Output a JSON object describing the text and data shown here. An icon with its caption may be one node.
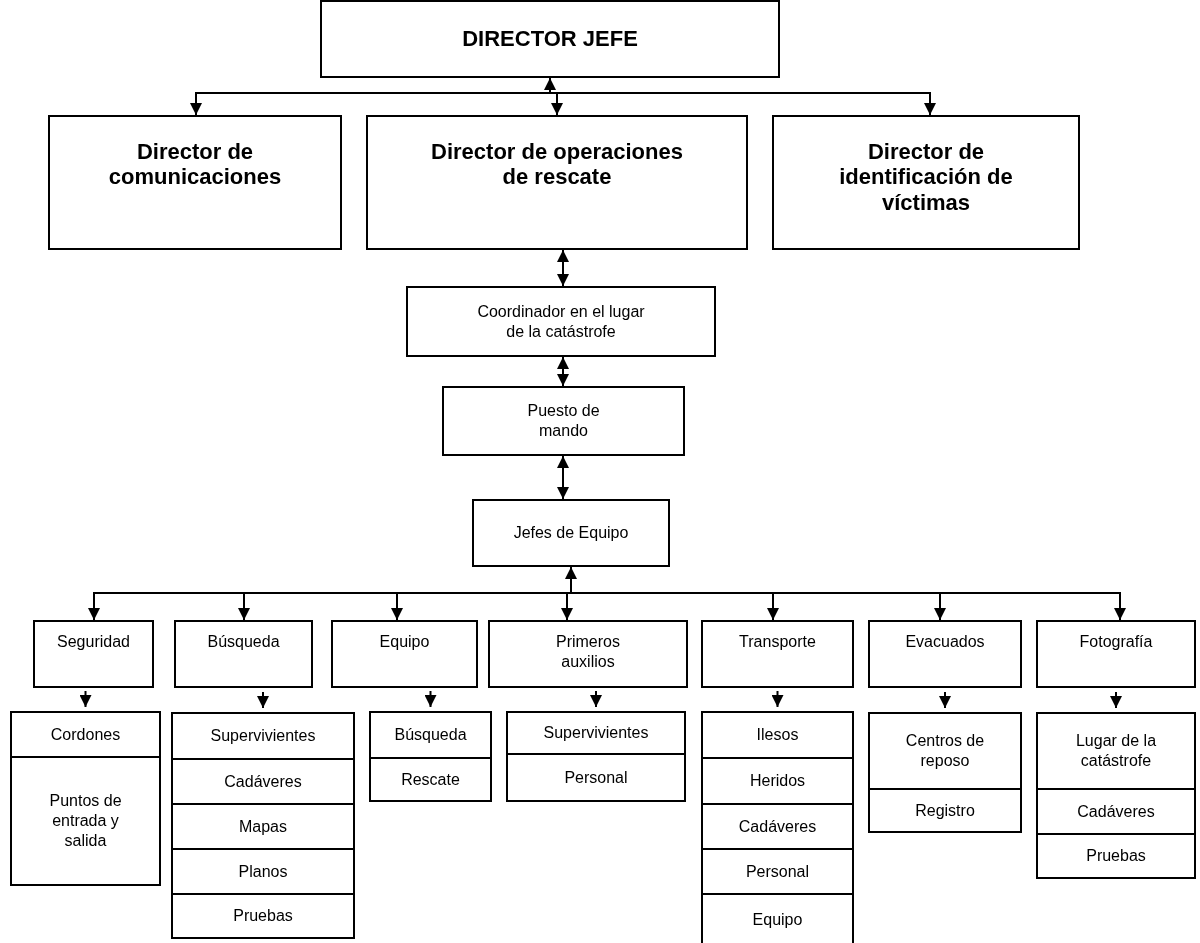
{
  "diagram": {
    "nodes": [
      {
        "text": [
          "DIRECTOR JEFE"
        ]
      },
      {
        "text": [
          "Director de comunicaciones"
        ]
      },
      {
        "text": [
          "Director de operaciones de rescate"
        ]
      },
      {
        "text": [
          "Director de identificación de víctimas"
        ]
      },
      {
        "text": [
          "Coordinador en el lugar de la catástrofe"
        ]
      },
      {
        "text": [
          "Puesto de mando"
        ]
      },
      {
        "text": [
          "Jefes de Equipo"
        ]
      },
      {
        "text": [
          "Seguridad"
        ]
      },
      {
        "text": [
          "Búsqueda"
        ]
      },
      {
        "text": [
          "Equipo"
        ]
      },
      {
        "text": [
          "Primeros auxilios"
        ]
      },
      {
        "text": [
          "Transporte"
        ]
      },
      {
        "text": [
          "Evacuados"
        ]
      },
      {
        "text": [
          "Fotografía"
        ]
      },
      {
        "text": [
          "Cordones"
        ]
      },
      {
        "text": [
          "Puntos de entrada y salida"
        ]
      },
      {
        "text": [
          "Supervivientes"
        ]
      },
      {
        "text": [
          "Cadáveres"
        ]
      },
      {
        "text": [
          "Mapas"
        ]
      },
      {
        "text": [
          "Planos"
        ]
      },
      {
        "text": [
          "Pruebas"
        ]
      },
      {
        "text": [
          "Búsqueda"
        ]
      },
      {
        "text": [
          "Rescate"
        ]
      },
      {
        "text": [
          "Supervivientes"
        ]
      },
      {
        "text": [
          "Personal"
        ]
      },
      {
        "text": [
          "Ilesos"
        ]
      },
      {
        "text": [
          "Heridos"
        ]
      },
      {
        "text": [
          "Cadáveres"
        ]
      },
      {
        "text": [
          "Personal"
        ]
      },
      {
        "text": [
          "Equipo"
        ]
      },
      {
        "text": [
          "Centros de reposo"
        ]
      },
      {
        "text": [
          "Registro"
        ]
      },
      {
        "text": [
          "Lugar de la catástrofe"
        ]
      },
      {
        "text": [
          "Cadáveres"
        ]
      },
      {
        "text": [
          "Pruebas"
        ]
      }
    ],
    "edges": [
      {
        "from": 0,
        "to": 1,
        "arrow": "to"
      },
      {
        "from": 0,
        "to": 2,
        "arrow": "both"
      },
      {
        "from": 0,
        "to": 3,
        "arrow": "to"
      },
      {
        "from": 2,
        "to": 4,
        "arrow": "both"
      },
      {
        "from": 4,
        "to": 5,
        "arrow": "both"
      },
      {
        "from": 5,
        "to": 6,
        "arrow": "both"
      },
      {
        "from": 6,
        "to": 7,
        "arrow": "to"
      },
      {
        "from": 6,
        "to": 8,
        "arrow": "to"
      },
      {
        "from": 6,
        "to": 9,
        "arrow": "to"
      },
      {
        "from": 6,
        "to": 10,
        "arrow": "both"
      },
      {
        "from": 6,
        "to": 11,
        "arrow": "to"
      },
      {
        "from": 6,
        "to": 12,
        "arrow": "to"
      },
      {
        "from": 6,
        "to": 13,
        "arrow": "to"
      },
      {
        "from": 7,
        "to": 14,
        "arrow": "to"
      },
      {
        "from": 8,
        "to": 16,
        "arrow": "to"
      },
      {
        "from": 9,
        "to": 21,
        "arrow": "to"
      },
      {
        "from": 10,
        "to": 23,
        "arrow": "to"
      },
      {
        "from": 11,
        "to": 25,
        "arrow": "to"
      },
      {
        "from": 12,
        "to": 30,
        "arrow": "to"
      },
      {
        "from": 13,
        "to": 32,
        "arrow": "to"
      }
    ]
  }
}
